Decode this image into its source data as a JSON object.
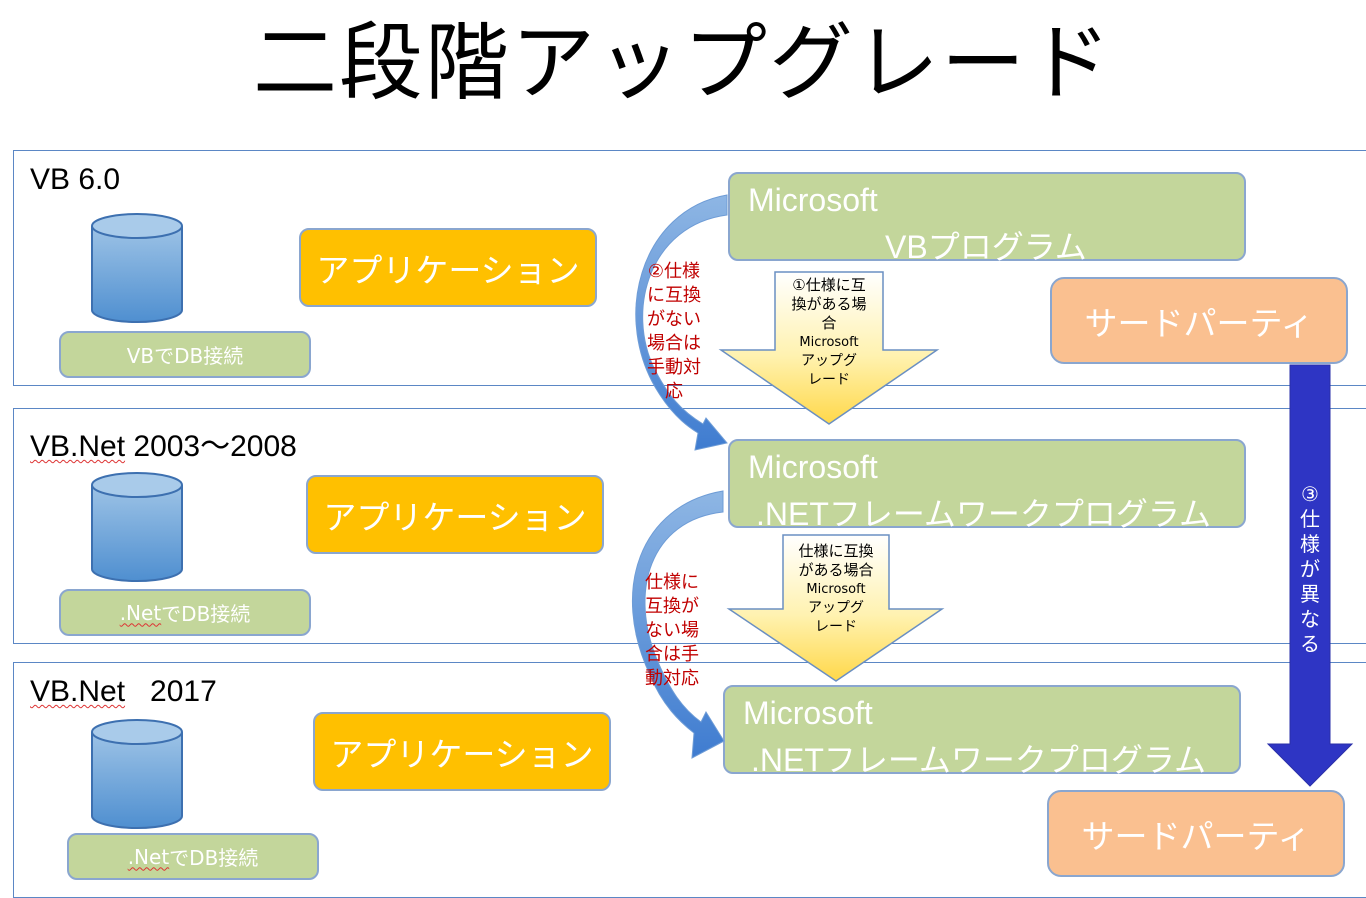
{
  "title": "二段階アップグレード",
  "bands": [
    {
      "label_a": "VB",
      "label_b": " 6.0",
      "db_label_a": "",
      "db_label_b": "VBでDB接続",
      "app_label": "アプリケーション"
    },
    {
      "label_a": "VB.Net",
      "label_b": " 2003〜2008",
      "db_label_a": ".Net",
      "db_label_b": "でDB接続",
      "app_label": "アプリケーション"
    },
    {
      "label_a": "VB.Net",
      "label_b": "   2017",
      "db_label_a": ".Net",
      "db_label_b": "でDB接続",
      "app_label": "アプリケーション"
    }
  ],
  "ms_boxes": [
    {
      "line1": "Microsoft",
      "line2": "VBプログラム"
    },
    {
      "line1": "Microsoft",
      "line2": ".NETフレームワークプログラム"
    },
    {
      "line1": "Microsoft",
      "line2": ".NETフレームワークプログラム"
    }
  ],
  "third_party": [
    "サードパーティ",
    "サードパーティ"
  ],
  "manual_notes": [
    [
      "②仕様",
      "に互換",
      "がない",
      "場合は",
      "手動対",
      "応"
    ],
    [
      "仕様に",
      "互換が",
      "ない場",
      "合は手",
      "動対応"
    ]
  ],
  "auto_arrows": [
    [
      "①仕様に互",
      "換がある場",
      "合",
      "Microsoft",
      "アップグ",
      "レード"
    ],
    [
      "仕様に互換",
      "がある場合",
      "Microsoft",
      "アップグ",
      "レード"
    ]
  ],
  "third_party_note": [
    "③",
    "仕",
    "様",
    "が",
    "異",
    "な",
    "る"
  ],
  "colors": {
    "band_border": "#5b87c5",
    "green_box": "#c3d69b",
    "orange_box": "#ffc000",
    "peach_box": "#fac090",
    "cylinder": "#5b9bd5",
    "blue_arrow": "#2e35c4",
    "note_red": "#c00000"
  }
}
